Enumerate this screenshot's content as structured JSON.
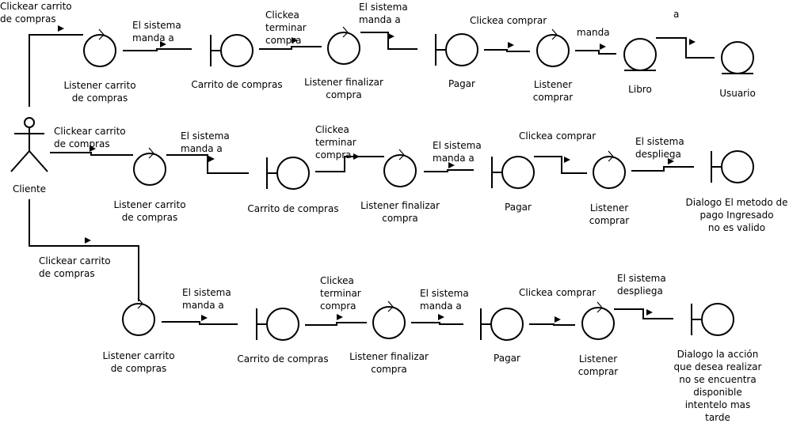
{
  "actor": {
    "label": "Cliente"
  },
  "row1": {
    "msg_actor": "Clickear carrito\nde compras",
    "listener_carrito": "Listener carrito\nde compras",
    "msg_manda_1": "El sistema\nmanda a",
    "carrito": "Carrito de compras",
    "msg_terminar": "Clickea\nterminar\ncompra",
    "listener_finalizar": "Listener finalizar\ncompra",
    "msg_manda_2": "El sistema\nmanda a",
    "pagar": "Pagar",
    "msg_comprar": "Clickea comprar",
    "listener_comprar": "Listener\ncomprar",
    "msg_manda_3": "manda",
    "libro": "Libro",
    "msg_a": "a",
    "usuario": "Usuario"
  },
  "row2": {
    "msg_actor": "Clickear carrito\nde compras",
    "listener_carrito": "Listener carrito\nde compras",
    "msg_manda_1": "El sistema\nmanda a",
    "carrito": "Carrito de compras",
    "msg_terminar": "Clickea\nterminar\ncompra",
    "listener_finalizar": "Listener finalizar\ncompra",
    "msg_manda_2": "El sistema\nmanda a",
    "pagar": "Pagar",
    "msg_comprar": "Clickea comprar",
    "listener_comprar": "Listener\ncomprar",
    "msg_despliega": "El sistema\ndespliega",
    "dialogo": "Dialogo El metodo de\npago Ingresado\nno es valido"
  },
  "row3": {
    "msg_actor": "Clickear carrito\nde compras",
    "listener_carrito": "Listener carrito\nde compras",
    "msg_manda_1": "El sistema\nmanda a",
    "carrito": "Carrito de compras",
    "msg_terminar": "Clickea\nterminar\ncompra",
    "listener_finalizar": "Listener finalizar\ncompra",
    "msg_manda_2": "El sistema\nmanda a",
    "pagar": "Pagar",
    "msg_comprar": "Clickea comprar",
    "listener_comprar": "Listener\ncomprar",
    "msg_despliega": "El sistema\ndespliega",
    "dialogo": "Dialogo la acción\nque desea realizar\nno se encuentra\ndisponible\nintentelo mas\ntarde"
  }
}
